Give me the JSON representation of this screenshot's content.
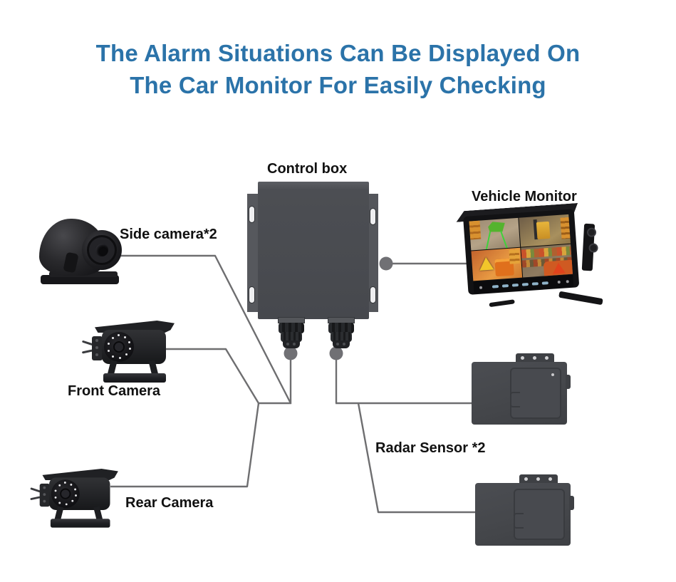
{
  "title": {
    "line1": "The Alarm Situations Can Be Displayed On",
    "line2": "The Car Monitor For Easily Checking",
    "color": "#2B73A9"
  },
  "labels": {
    "control_box": "Control box",
    "vehicle_monitor": "Vehicle Monitor",
    "side_camera": "Side camera*2",
    "front_camera": "Front Camera",
    "rear_camera": "Rear Camera",
    "radar_sensor": "Radar Sensor *2"
  },
  "components": {
    "control_box": "dark mounting box with two cable glands",
    "vehicle_monitor": "car monitor showing quad camera view",
    "side_camera": "dome side-view camera",
    "front_camera": "box camera with IR LEDs and sun visor",
    "rear_camera": "box camera with IR LEDs and sun visor",
    "radar_sensor_count": 2
  },
  "colors": {
    "title_text": "#2B73A9",
    "label_text": "#111111",
    "wire": "#6E6E70",
    "connector_dot": "#707074",
    "device_gray": "#4B4D52",
    "background": "#FFFFFF"
  }
}
